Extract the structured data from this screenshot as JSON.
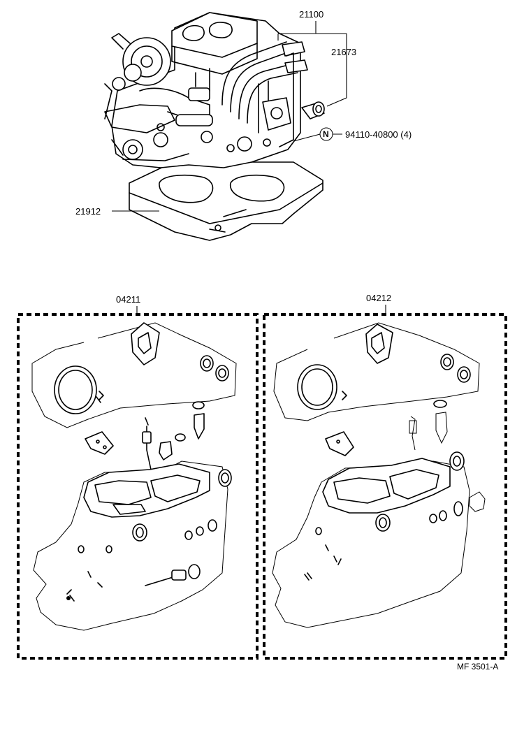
{
  "labels": {
    "assembly": "21100",
    "pipe": "21673",
    "nut": "94110-40800 (4)",
    "nut_symbol": "N",
    "insulator": "21912",
    "kit_left": "04211",
    "kit_right": "04212",
    "figure_code": "MF 3501-A"
  },
  "colors": {
    "ink": "#000000",
    "paper": "#ffffff"
  }
}
